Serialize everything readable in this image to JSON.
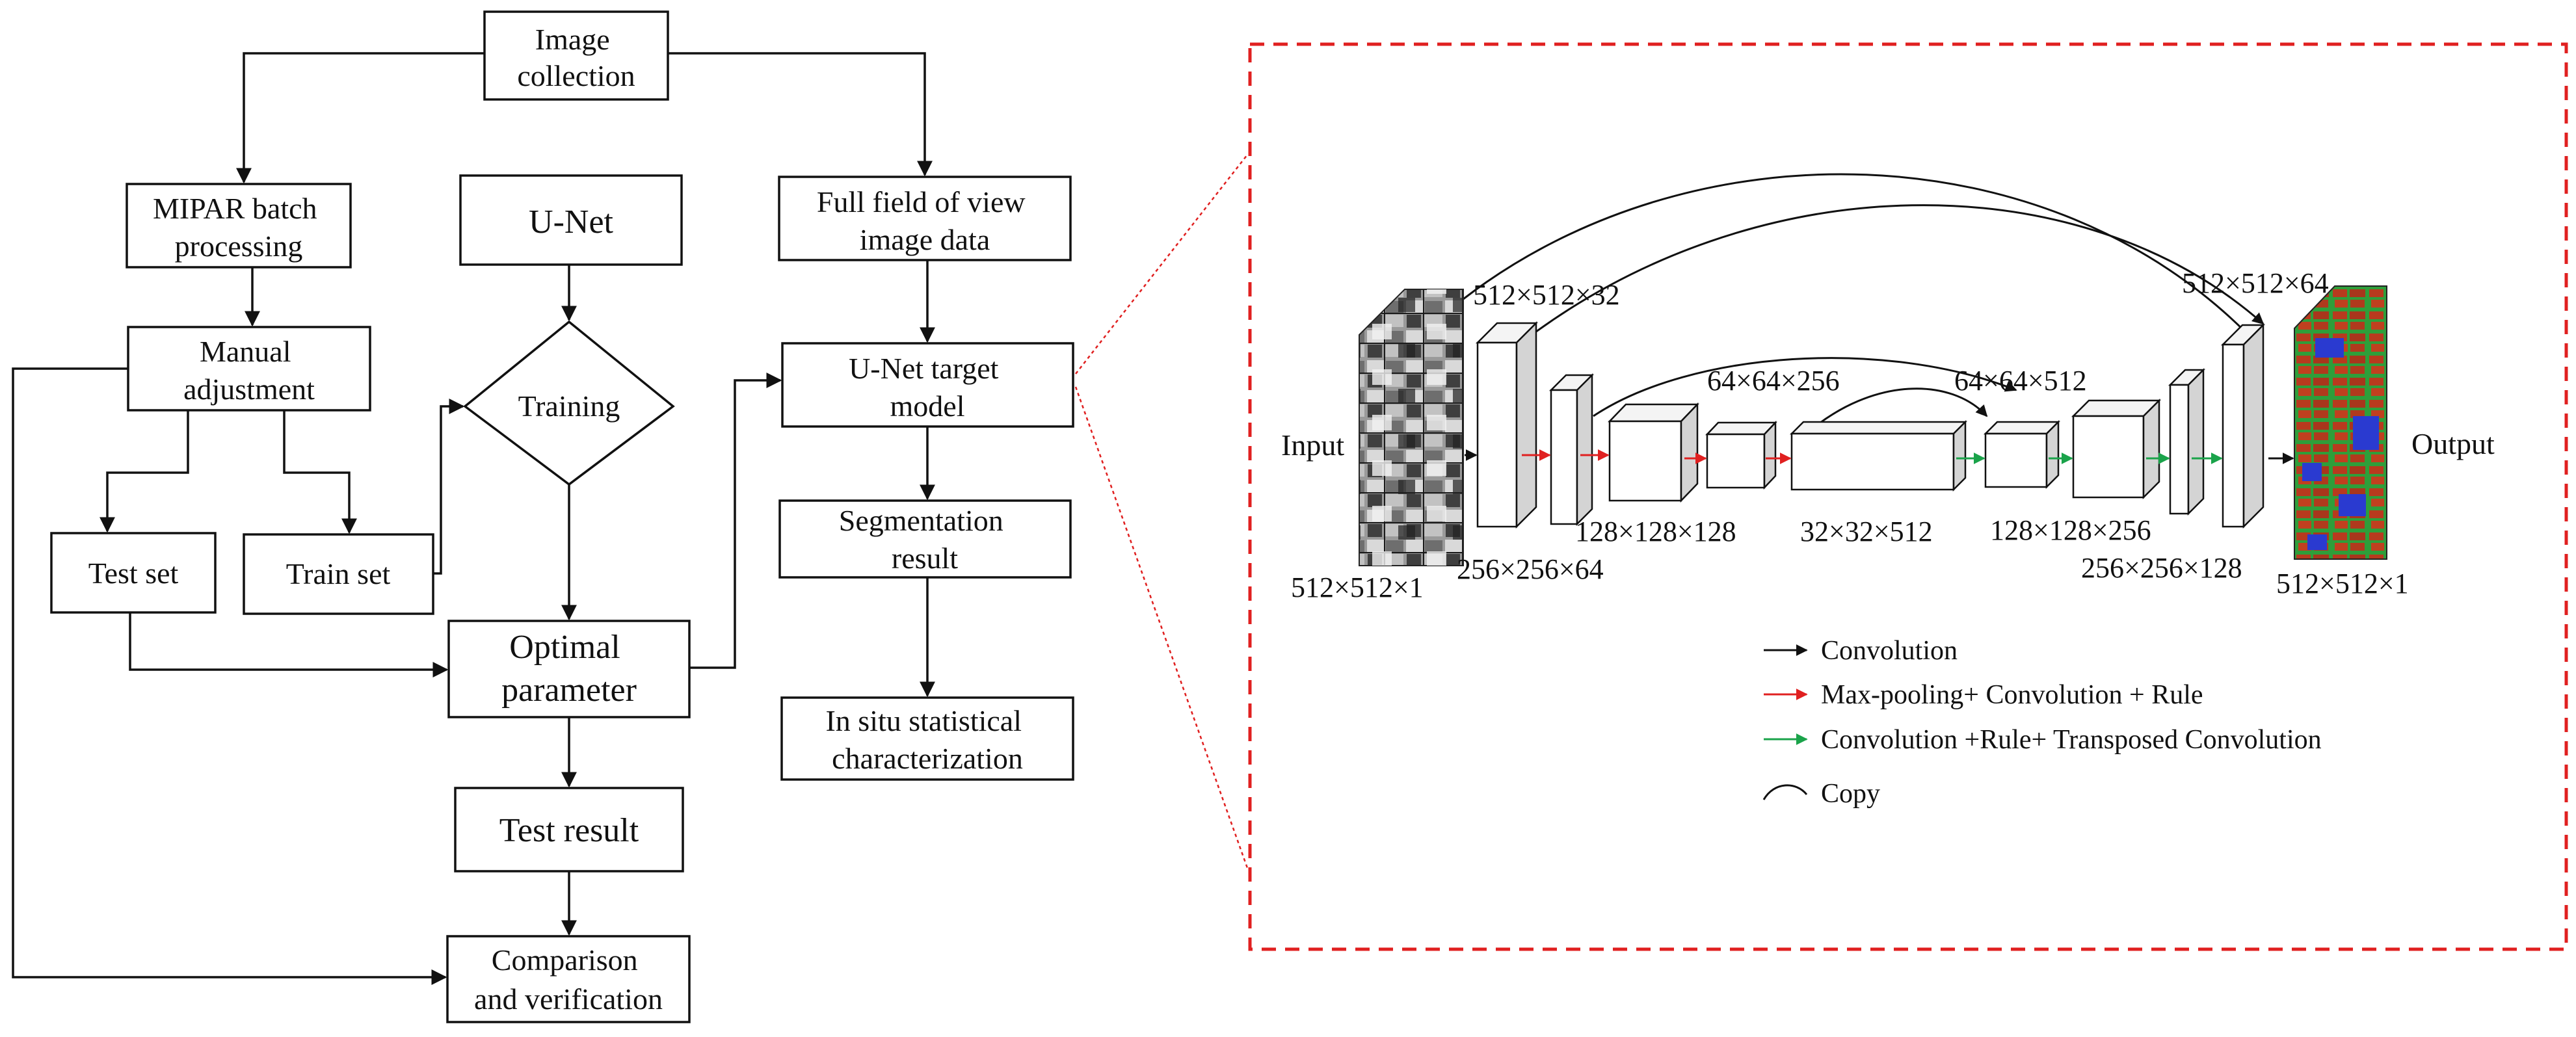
{
  "flowchart": {
    "image_collection": [
      "Image",
      "collection"
    ],
    "mipar": [
      "MIPAR batch",
      "processing"
    ],
    "unet": [
      "U-Net"
    ],
    "full_field": [
      "Full field of view",
      "image data"
    ],
    "manual": [
      "Manual",
      "adjustment"
    ],
    "training": [
      "Training"
    ],
    "unet_target": [
      "U-Net target",
      "model"
    ],
    "test_set": [
      "Test set"
    ],
    "train_set": [
      "Train set"
    ],
    "segmentation": [
      "Segmentation",
      "result"
    ],
    "optimal": [
      "Optimal",
      "parameter"
    ],
    "in_situ": [
      "In situ statistical",
      "characterization"
    ],
    "test_result": [
      "Test result"
    ],
    "comparison": [
      "Comparison",
      "and verification"
    ]
  },
  "unet_diagram": {
    "input_label": "Input",
    "output_label": "Output",
    "dims": {
      "input": "512×512×1",
      "b1": "512×512×32",
      "b2": "256×256×64",
      "b3": "128×128×128",
      "b4": "64×64×256",
      "b5": "32×32×512",
      "b6": "64×64×512",
      "b7": "128×128×256",
      "b8": "256×256×128",
      "b9": "512×512×64",
      "output": "512×512×1"
    },
    "legend": [
      {
        "label": "Convolution",
        "color": "#111111",
        "kind": "arrow"
      },
      {
        "label": "Max-pooling+ Convolution + Rule",
        "color": "#e02020",
        "kind": "arrow"
      },
      {
        "label": "Convolution +Rule+ Transposed Convolution",
        "color": "#1aa34a",
        "kind": "arrow"
      },
      {
        "label": "Copy",
        "color": "#111111",
        "kind": "arc"
      }
    ]
  },
  "colors": {
    "dashed_frame": "#e02020",
    "mask_background": "#2f9e3a",
    "mask_grain": "#b83a1e",
    "mask_defect": "#2a3ad0"
  }
}
